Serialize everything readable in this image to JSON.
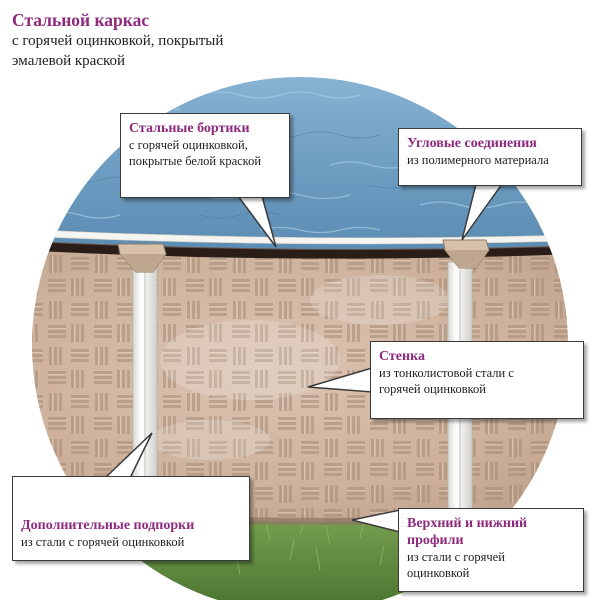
{
  "colors": {
    "accent_title": "#8e2a7e",
    "water": "#6f9fc3",
    "wall": "#cdb19c",
    "frame": "#f1f1ef",
    "rail": "#2a1c16",
    "pointer": "#c4213b",
    "grass": "#5d8a3a"
  },
  "heading": {
    "title": "Стальной каркас",
    "desc_line1": "с горячей оцинковкой, покрытый",
    "desc_line2": "эмалевой краской"
  },
  "callouts": {
    "rails": {
      "title": "Стальные бортики",
      "desc_line1": "с горячей оцинковкой,",
      "desc_line2": "покрытые белой краской"
    },
    "corners": {
      "title": "Угловые соединения",
      "desc_line1": "из полимерного материала"
    },
    "wall": {
      "title": "Стенка",
      "desc_line1": "из тонколистовой стали с",
      "desc_line2": "горячей оцинковкой"
    },
    "supports": {
      "title": "Дополнительные подпорки",
      "desc_line1": "из стали с горячей оцинковкой"
    },
    "profiles": {
      "title_line1": "Верхний и нижний",
      "title_line2": "профили",
      "desc_line1": "из стали с горячей",
      "desc_line2": "оцинковкой"
    }
  }
}
